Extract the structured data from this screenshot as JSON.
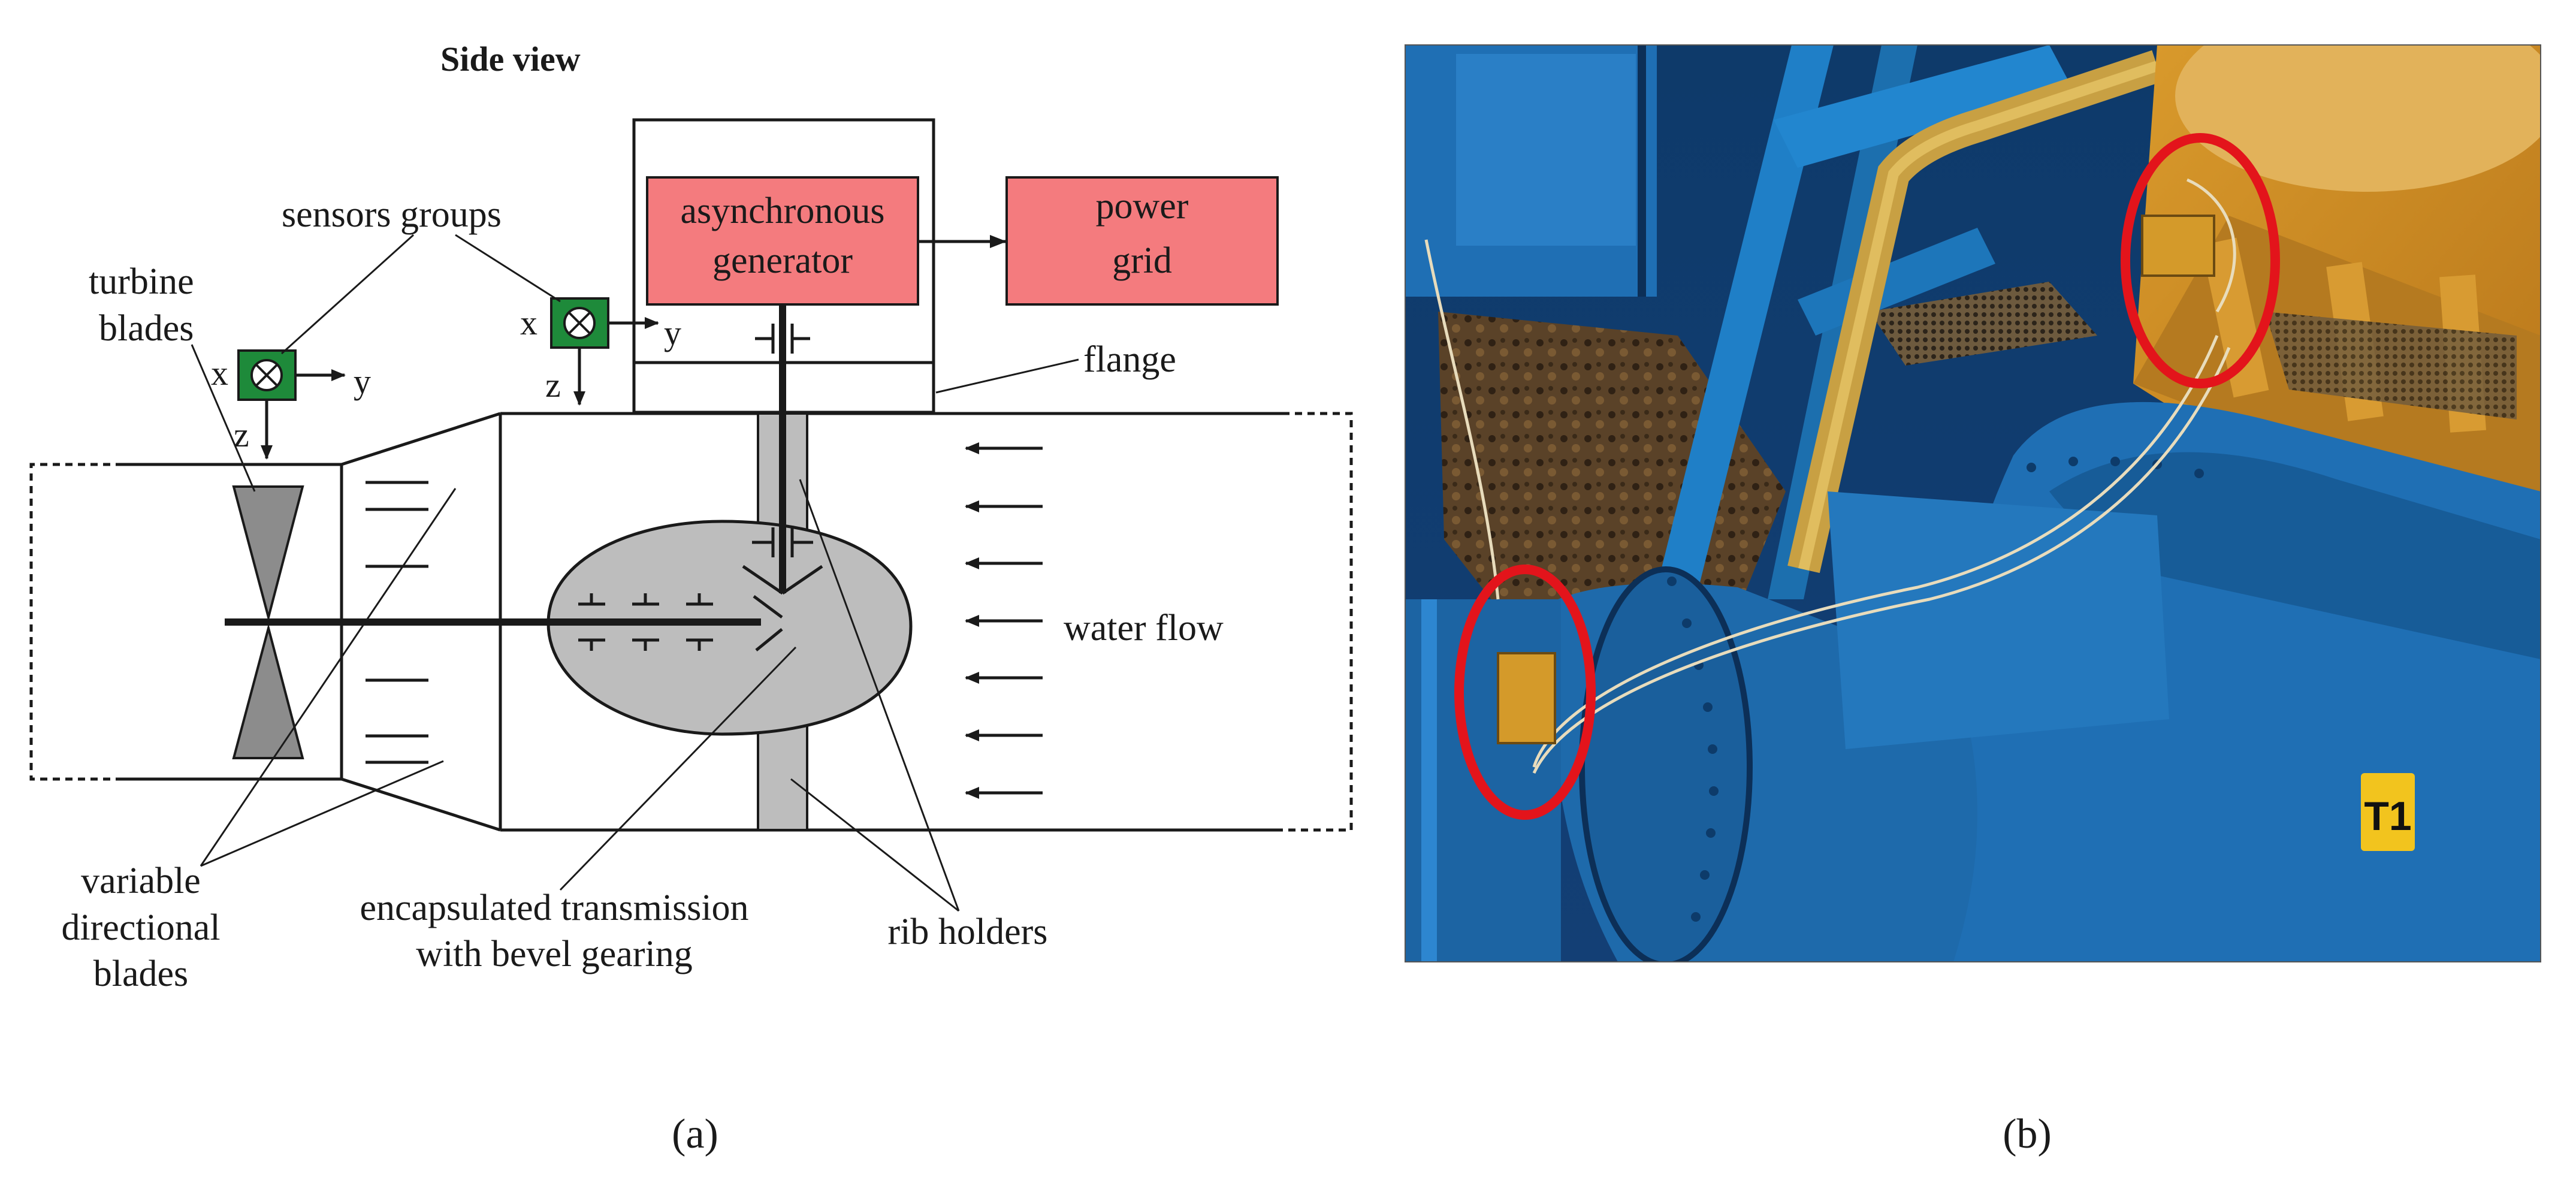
{
  "panel_a": {
    "title": "Side view",
    "caption": "(a)",
    "labels": {
      "sensors_groups": "sensors groups",
      "turbine_line1": "turbine",
      "turbine_line2": "blades",
      "flange": "flange",
      "water_flow": "water flow",
      "variable_line1": "variable",
      "variable_line2": "directional",
      "variable_line3": "blades",
      "transmission_line1": "encapsulated transmission",
      "transmission_line2": "with bevel gearing",
      "rib_holders": "rib holders"
    },
    "boxes": {
      "generator_line1": "asynchronous",
      "generator_line2": "generator",
      "grid_line1": "power",
      "grid_line2": "grid"
    },
    "axes": {
      "x": "x",
      "y": "y",
      "z": "z"
    }
  },
  "panel_b": {
    "caption": "(b)",
    "marker_label": "T1"
  },
  "colors": {
    "box_fill": "#f47b7e",
    "sensor_fill": "#1e8a3a",
    "machine_gray": "#bdbdbd",
    "blade_gray": "#8c8c8c",
    "highlight_red": "#e3141b",
    "pipe_blue": "#1f6fb4"
  }
}
